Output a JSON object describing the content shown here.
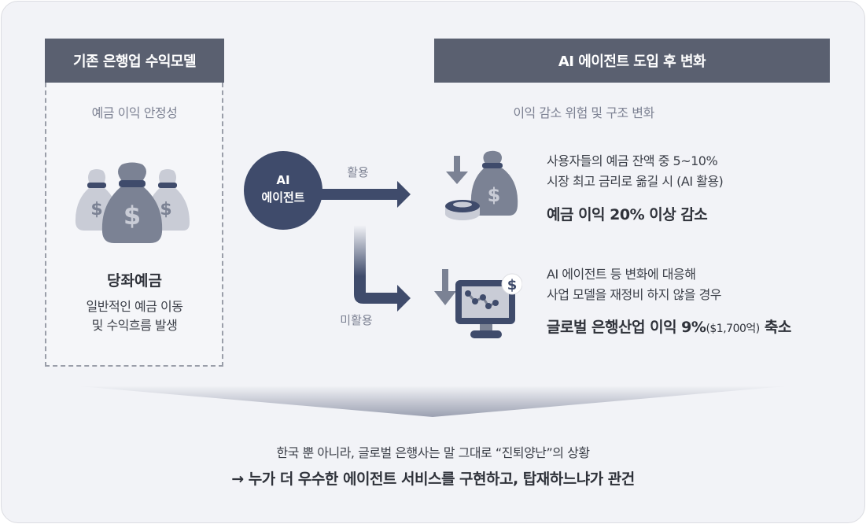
{
  "left_panel": {
    "header": "기존 은행업 수익모델",
    "subtitle": "예금 이익 안정성",
    "icon": "money-bags-icon",
    "title": "당좌예금",
    "desc_line1": "일반적인 예금 이동",
    "desc_line2": "및 수익흐름 발생"
  },
  "center": {
    "circle_line1": "AI",
    "circle_line2": "에이전트",
    "arrow_top_label": "활용",
    "arrow_bottom_label": "미활용"
  },
  "right_panel": {
    "header": "AI 에이전트 도입 후 변화",
    "subtitle": "이익 감소 위험 및 구조 변화",
    "items": [
      {
        "icon": "money-bag-down-icon",
        "line1": "사용자들의 예금 잔액 중 5~10%",
        "line2": "시장 최고 금리로 옮길 시 (AI 활용)",
        "result": "예금 이익 20% 이상 감소"
      },
      {
        "icon": "monitor-chart-down-icon",
        "line1": "AI 에이전트 등 변화에 대응해",
        "line2": "사업 모델을 재정비 하지 않을 경우",
        "result_main": "글로벌 은행산업 이익 9%",
        "result_paren": "($1,700억)",
        "result_tail": " 축소"
      }
    ]
  },
  "conclusion": {
    "line1": "한국 뿐 아니라, 글로벌 은행사는 말 그대로 “진퇴양난”의 상황",
    "line2": "→ 누가 더 우수한 에이전트 서비스를 구현하고, 탑재하느냐가 관건"
  },
  "colors": {
    "header_bg": "#5a6070",
    "navy": "#3f4b6b",
    "bag_gray": "#7b8294",
    "bag_light": "#c9ccd6",
    "background": "#f2f3f7"
  }
}
